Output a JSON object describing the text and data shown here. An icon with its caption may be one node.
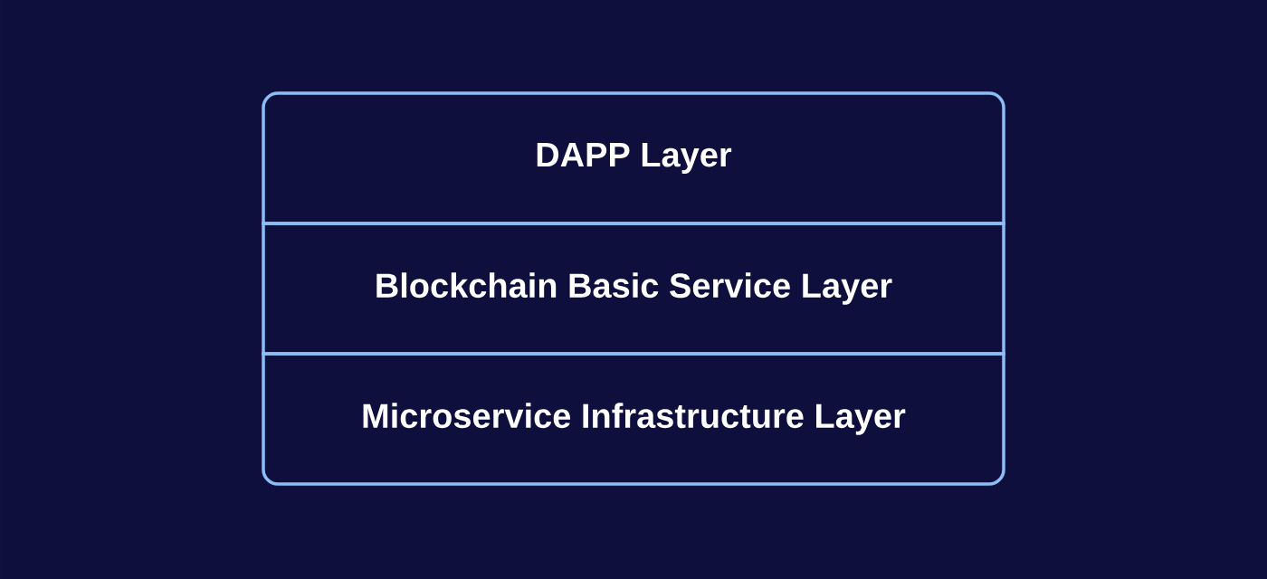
{
  "diagram": {
    "nodes": [
      {
        "text": [
          "DAPP Layer"
        ]
      },
      {
        "text": [
          "Blockchain Basic Service Layer"
        ]
      },
      {
        "text": [
          "Microservice Infrastructure Layer"
        ]
      }
    ]
  }
}
